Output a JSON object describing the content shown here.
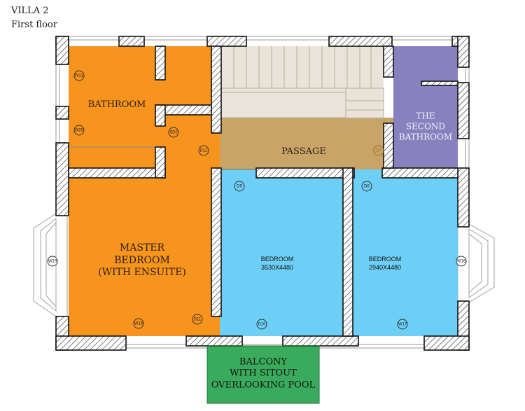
{
  "title": {
    "villa": "VILLA 2",
    "floor": "First floor"
  },
  "colors": {
    "orange": "#f7941d",
    "blue": "#6dcff6",
    "tan": "#c8a468",
    "purple": "#8781bd",
    "green": "#3aaa5c",
    "stair": "#e9e3d9",
    "wall": "#111111"
  },
  "rooms": {
    "bathroom": {
      "lines": [
        "BATHROOM"
      ]
    },
    "master": {
      "lines": [
        "MASTER",
        "BEDROOM",
        "(WITH ENSUITE)"
      ]
    },
    "passage": {
      "lines": [
        "PASSAGE"
      ]
    },
    "second_bathroom": {
      "lines": [
        "THE",
        "SECOND",
        "BATHROOM"
      ]
    },
    "bedroom1": {
      "name": "BEDROOM",
      "size": "3530X4480"
    },
    "bedroom2": {
      "name": "BEDROOM",
      "size": "2940X4480"
    },
    "balcony": {
      "lines": [
        "BALCONY",
        "WITH SITOUT",
        "OVERLOOKING POOL"
      ]
    }
  },
  "markers": {
    "w21": "W21",
    "w20": "W20",
    "sd2": "SD2",
    "d12": "D12",
    "d7": "D7",
    "d9": "D9",
    "d8": "D8",
    "w19": "W19",
    "w16": "W16",
    "w18": "W18",
    "d11": "D11",
    "d10": "D10",
    "w17": "W17"
  }
}
